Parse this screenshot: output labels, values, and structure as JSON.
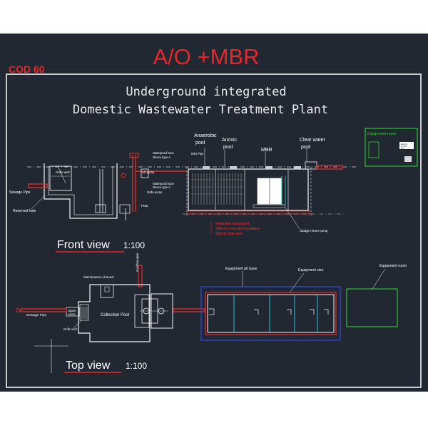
{
  "title": "A/O +MBR",
  "cod_label": "COD 60",
  "subtitle_line1": "Underground integrated",
  "subtitle_line2": "Domestic Wastewater Treatment Plant",
  "front": {
    "view_label": "Front view",
    "scale": "1:100",
    "labels": {
      "anaerobic": "Anaerobic pool",
      "anaerobic_l1": "Anaerobic",
      "anaerobic_l2": "pool",
      "anoxic_l1": "Anoxic",
      "anoxic_l2": "pool",
      "mbr": "MBR",
      "clear_l1": "Clear water",
      "clear_l2": "pool",
      "equipment_room": "Equipment room",
      "electric_l1": "Electric",
      "electric_l2": "control",
      "electric_l3": "box",
      "sewage_pipe": "Sewage Pipe",
      "reserved_hole": "Reserved hole",
      "inlet_pipe": "Inlet Pipe",
      "grille_well": "Grille well",
      "waterproof_a1": "Waterproof tube",
      "waterproof_a2": "sleeve type A",
      "waterproof_b1": "Waterproof tube",
      "waterproof_b2": "sleeve type A",
      "lift_pump": "Lift pump",
      "grille_pump": "Grille pump",
      "float": "Float",
      "sludge_pump": "Sludge return pump",
      "integrated": "integrated equipment",
      "foundation": "200mm Concrete foundation",
      "soil_layer": "300mm Soil layer"
    }
  },
  "top": {
    "view_label": "Top view",
    "scale": "1:100",
    "labels": {
      "maintenance": "Maintenance channel",
      "overflow": "Overflow pipe",
      "sewage_pipe": "Sewage Pipe",
      "upper_l1": "Upper",
      "upper_l2": "cover",
      "grille_well": "Grille well",
      "collection": "Collection Pool",
      "pit_base": "Equipment pit base",
      "equipment_size": "Equipment size",
      "equipment_room": "Equipment room"
    }
  },
  "colors": {
    "background": "#222831",
    "title_red": "#e8262b",
    "line_white": "#f2f2f2",
    "pipe_red": "#e0302a",
    "equipment_green": "#2fcf36",
    "cyan": "#23c4d2",
    "foundation_red": "#ff2a2a",
    "pit_blue": "#3044d8"
  }
}
